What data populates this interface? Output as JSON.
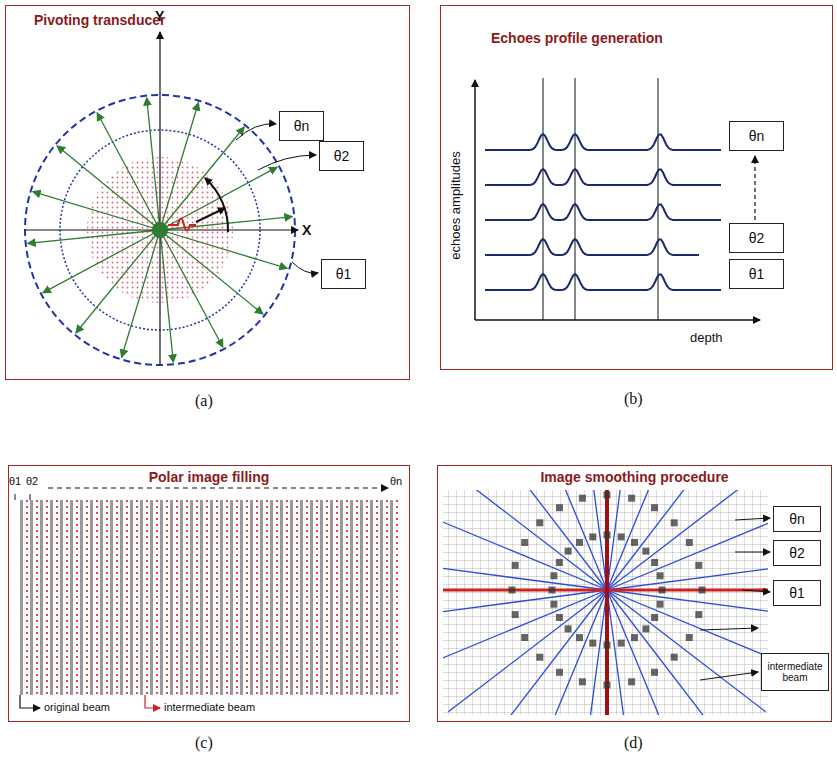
{
  "diagram": {
    "nodes": [
      {
        "text": [
          "Pivoting transducer"
        ]
      },
      {
        "text": [
          "θn"
        ],
        "in": 0
      },
      {
        "text": [
          "θ2"
        ],
        "in": 0
      },
      {
        "text": [
          "θ1"
        ],
        "in": 0
      },
      {
        "text": [
          "Echoes profile generation"
        ]
      },
      {
        "text": [
          "θn"
        ],
        "in": 4
      },
      {
        "text": [
          "θ2"
        ],
        "in": 4
      },
      {
        "text": [
          "θ1"
        ],
        "in": 4
      },
      {
        "text": [
          "Polar image filling"
        ]
      },
      {
        "text": [
          "Image smoothing procedure"
        ]
      },
      {
        "text": [
          "θn"
        ],
        "in": 9
      },
      {
        "text": [
          "θ2"
        ],
        "in": 9
      },
      {
        "text": [
          "θ1"
        ],
        "in": 9
      },
      {
        "text": [
          "intermediate beam"
        ],
        "in": 9
      }
    ],
    "labels": [
      "Y",
      "X",
      "echoes amplitudes",
      "depth",
      "θ1",
      "θ2",
      "θn",
      "original beam",
      "intermediate beam",
      "(a)",
      "(b)",
      "(c)",
      "(d)"
    ]
  }
}
